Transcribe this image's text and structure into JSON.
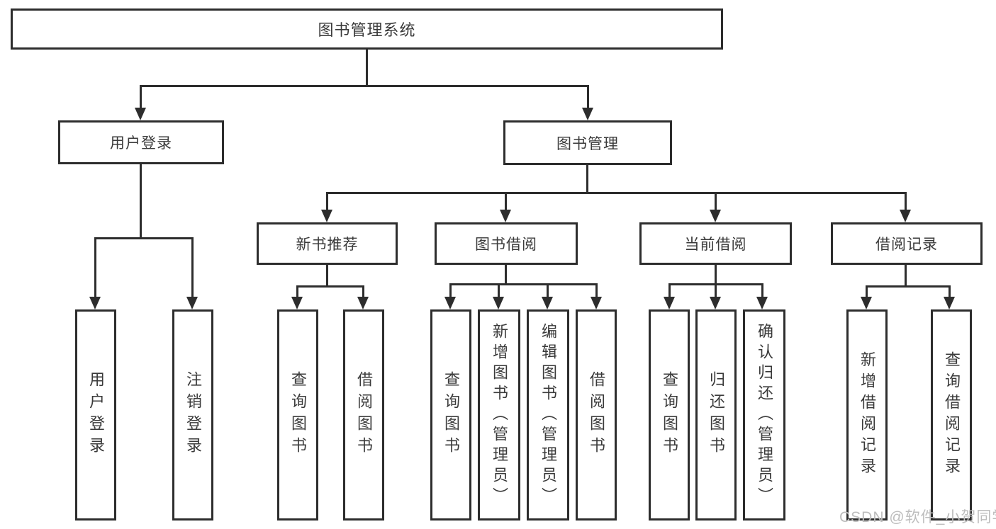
{
  "tree": {
    "label": "图书管理系统",
    "children": [
      {
        "label": "用户登录",
        "children": [
          {
            "label": "用户登录"
          },
          {
            "label": "注销登录"
          }
        ]
      },
      {
        "label": "图书管理",
        "children": [
          {
            "label": "新书推荐",
            "children": [
              {
                "label": "查询图书"
              },
              {
                "label": "借阅图书"
              }
            ]
          },
          {
            "label": "图书借阅",
            "children": [
              {
                "label": "查询图书"
              },
              {
                "label": "新增图书（管理员）"
              },
              {
                "label": "编辑图书（管理员）"
              },
              {
                "label": "借阅图书"
              }
            ]
          },
          {
            "label": "当前借阅",
            "children": [
              {
                "label": "查询图书"
              },
              {
                "label": "归还图书"
              },
              {
                "label": "确认归还（管理员）"
              }
            ]
          },
          {
            "label": "借阅记录",
            "children": [
              {
                "label": "新增借阅记录"
              },
              {
                "label": "查询借阅记录"
              }
            ]
          }
        ]
      }
    ]
  },
  "watermark": {
    "text": "CSDN @软件_小贺同学"
  },
  "colors": {
    "line": "#2d2d2d",
    "text": "#3a3a3a",
    "watermark": "#bdbdbd",
    "background": "#ffffff"
  }
}
